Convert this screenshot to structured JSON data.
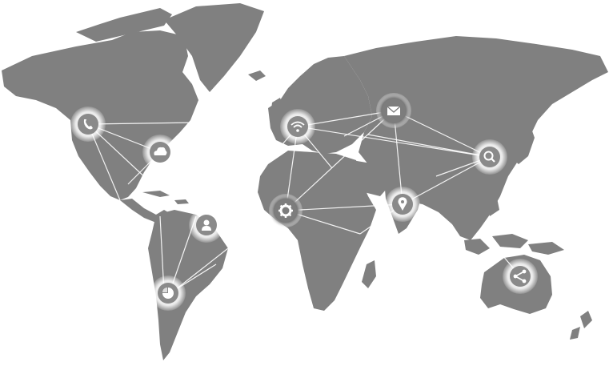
{
  "map": {
    "land_color": "#808080",
    "background_color": "#ffffff",
    "link_color": "#ffffff"
  },
  "nodes": [
    {
      "id": "phone",
      "icon": "phone-icon",
      "dark": false
    },
    {
      "id": "cloud",
      "icon": "cloud-icon",
      "dark": false
    },
    {
      "id": "user",
      "icon": "user-icon",
      "dark": false
    },
    {
      "id": "pie",
      "icon": "pie-chart-icon",
      "dark": false
    },
    {
      "id": "wifi",
      "icon": "wifi-icon",
      "dark": false
    },
    {
      "id": "gear",
      "icon": "gear-icon",
      "dark": true
    },
    {
      "id": "mail",
      "icon": "mail-icon",
      "dark": true
    },
    {
      "id": "pin",
      "icon": "location-pin-icon",
      "dark": false
    },
    {
      "id": "search",
      "icon": "search-icon",
      "dark": false
    },
    {
      "id": "share",
      "icon": "share-icon",
      "dark": false
    }
  ]
}
